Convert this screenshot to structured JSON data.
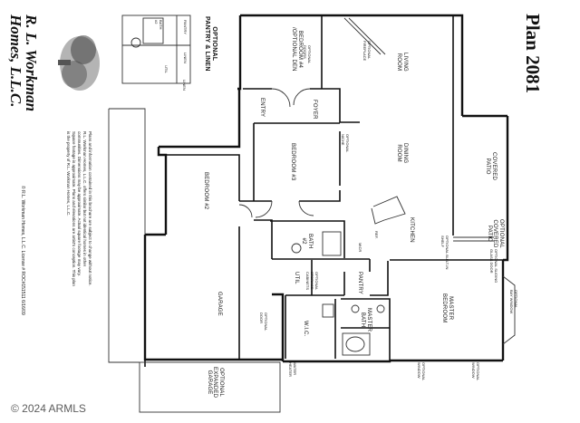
{
  "plan_title": "Plan 2081",
  "brand_line1": "R. L. Workman",
  "brand_line2": "Homes, L.L.C.",
  "copyright": "© R.L. Workman Homes, L.L.C.   License # ROC#151511    6/16/09",
  "disclaimer": "Plans and information contained in this brochure are subject to change without notice. R.L. Workman Homes, L.L.C. offers similar but not identical homes in other communities. Dimensions may be approximate. Actual square footage may vary. Square footage is approximate. Plans and elevations are artist's conception. This plan is the property of R.L. Workman Homes, L.L.C.",
  "watermark": "© 2024 ARMLS",
  "rooms": {
    "living": "LIVING\nROOM",
    "dining": "DINING\nROOM",
    "kitchen": "KITCHEN",
    "covered_patio": "COVERED\nPATIO",
    "optional_covered_patio": "OPTIONAL\nCOVERED\nPATIO",
    "bedroom4": "BEDROOM #4\n/OPTIONAL DEN",
    "bedroom3": "BEDROOM #3",
    "bedroom2": "BEDROOM #2",
    "master": "MASTER\nBEDROOM",
    "garage": "GARAGE",
    "optional_garage": "OPTIONAL\nEXPANDED\nGARAGE",
    "foyer": "FOYER",
    "entry": "ENTRY",
    "wic": "W.I.C.",
    "master_bath": "MASTER\nBATH",
    "bath2": "BATH\n#2",
    "util": "UTIL",
    "linen": "LINEN",
    "optional_pantry": "OPTIONAL\nPANTRY & LINEN",
    "inset_bath": "BATH\n#2",
    "inset_util": "UTIL",
    "inset_linen": "LINEN",
    "inset_pantry": "PANTRY",
    "pantry": "PANTRY"
  },
  "notes": {
    "optional_doors": "OPTIONAL\nDOORS",
    "optional_french_door": "OPTIONAL\nFRENCH\nDOOR",
    "optional_sliding": "OPTIONAL SLIDING\nGLASS DOOR",
    "optional_window_1": "OPTIONAL\nWINDOW",
    "optional_window_2": "OPTIONAL\nWINDOW",
    "optional_bay": "OPTIONAL\nBAY WINDOW",
    "optional_door": "OPTIONAL\nDOOR",
    "optional_cabinets": "OPTIONAL\nSTORAGE\nCABINETS",
    "optional_shelf": "OPTIONAL BUILT-IN\nSHELF",
    "optional_fireplace": "OPTIONAL\nFIREPLACE",
    "optional_niche": "OPTIONAL\nNICHE",
    "wh": "WATER\nHEATER",
    "refrig": "REF.",
    "ms": "MICR"
  }
}
